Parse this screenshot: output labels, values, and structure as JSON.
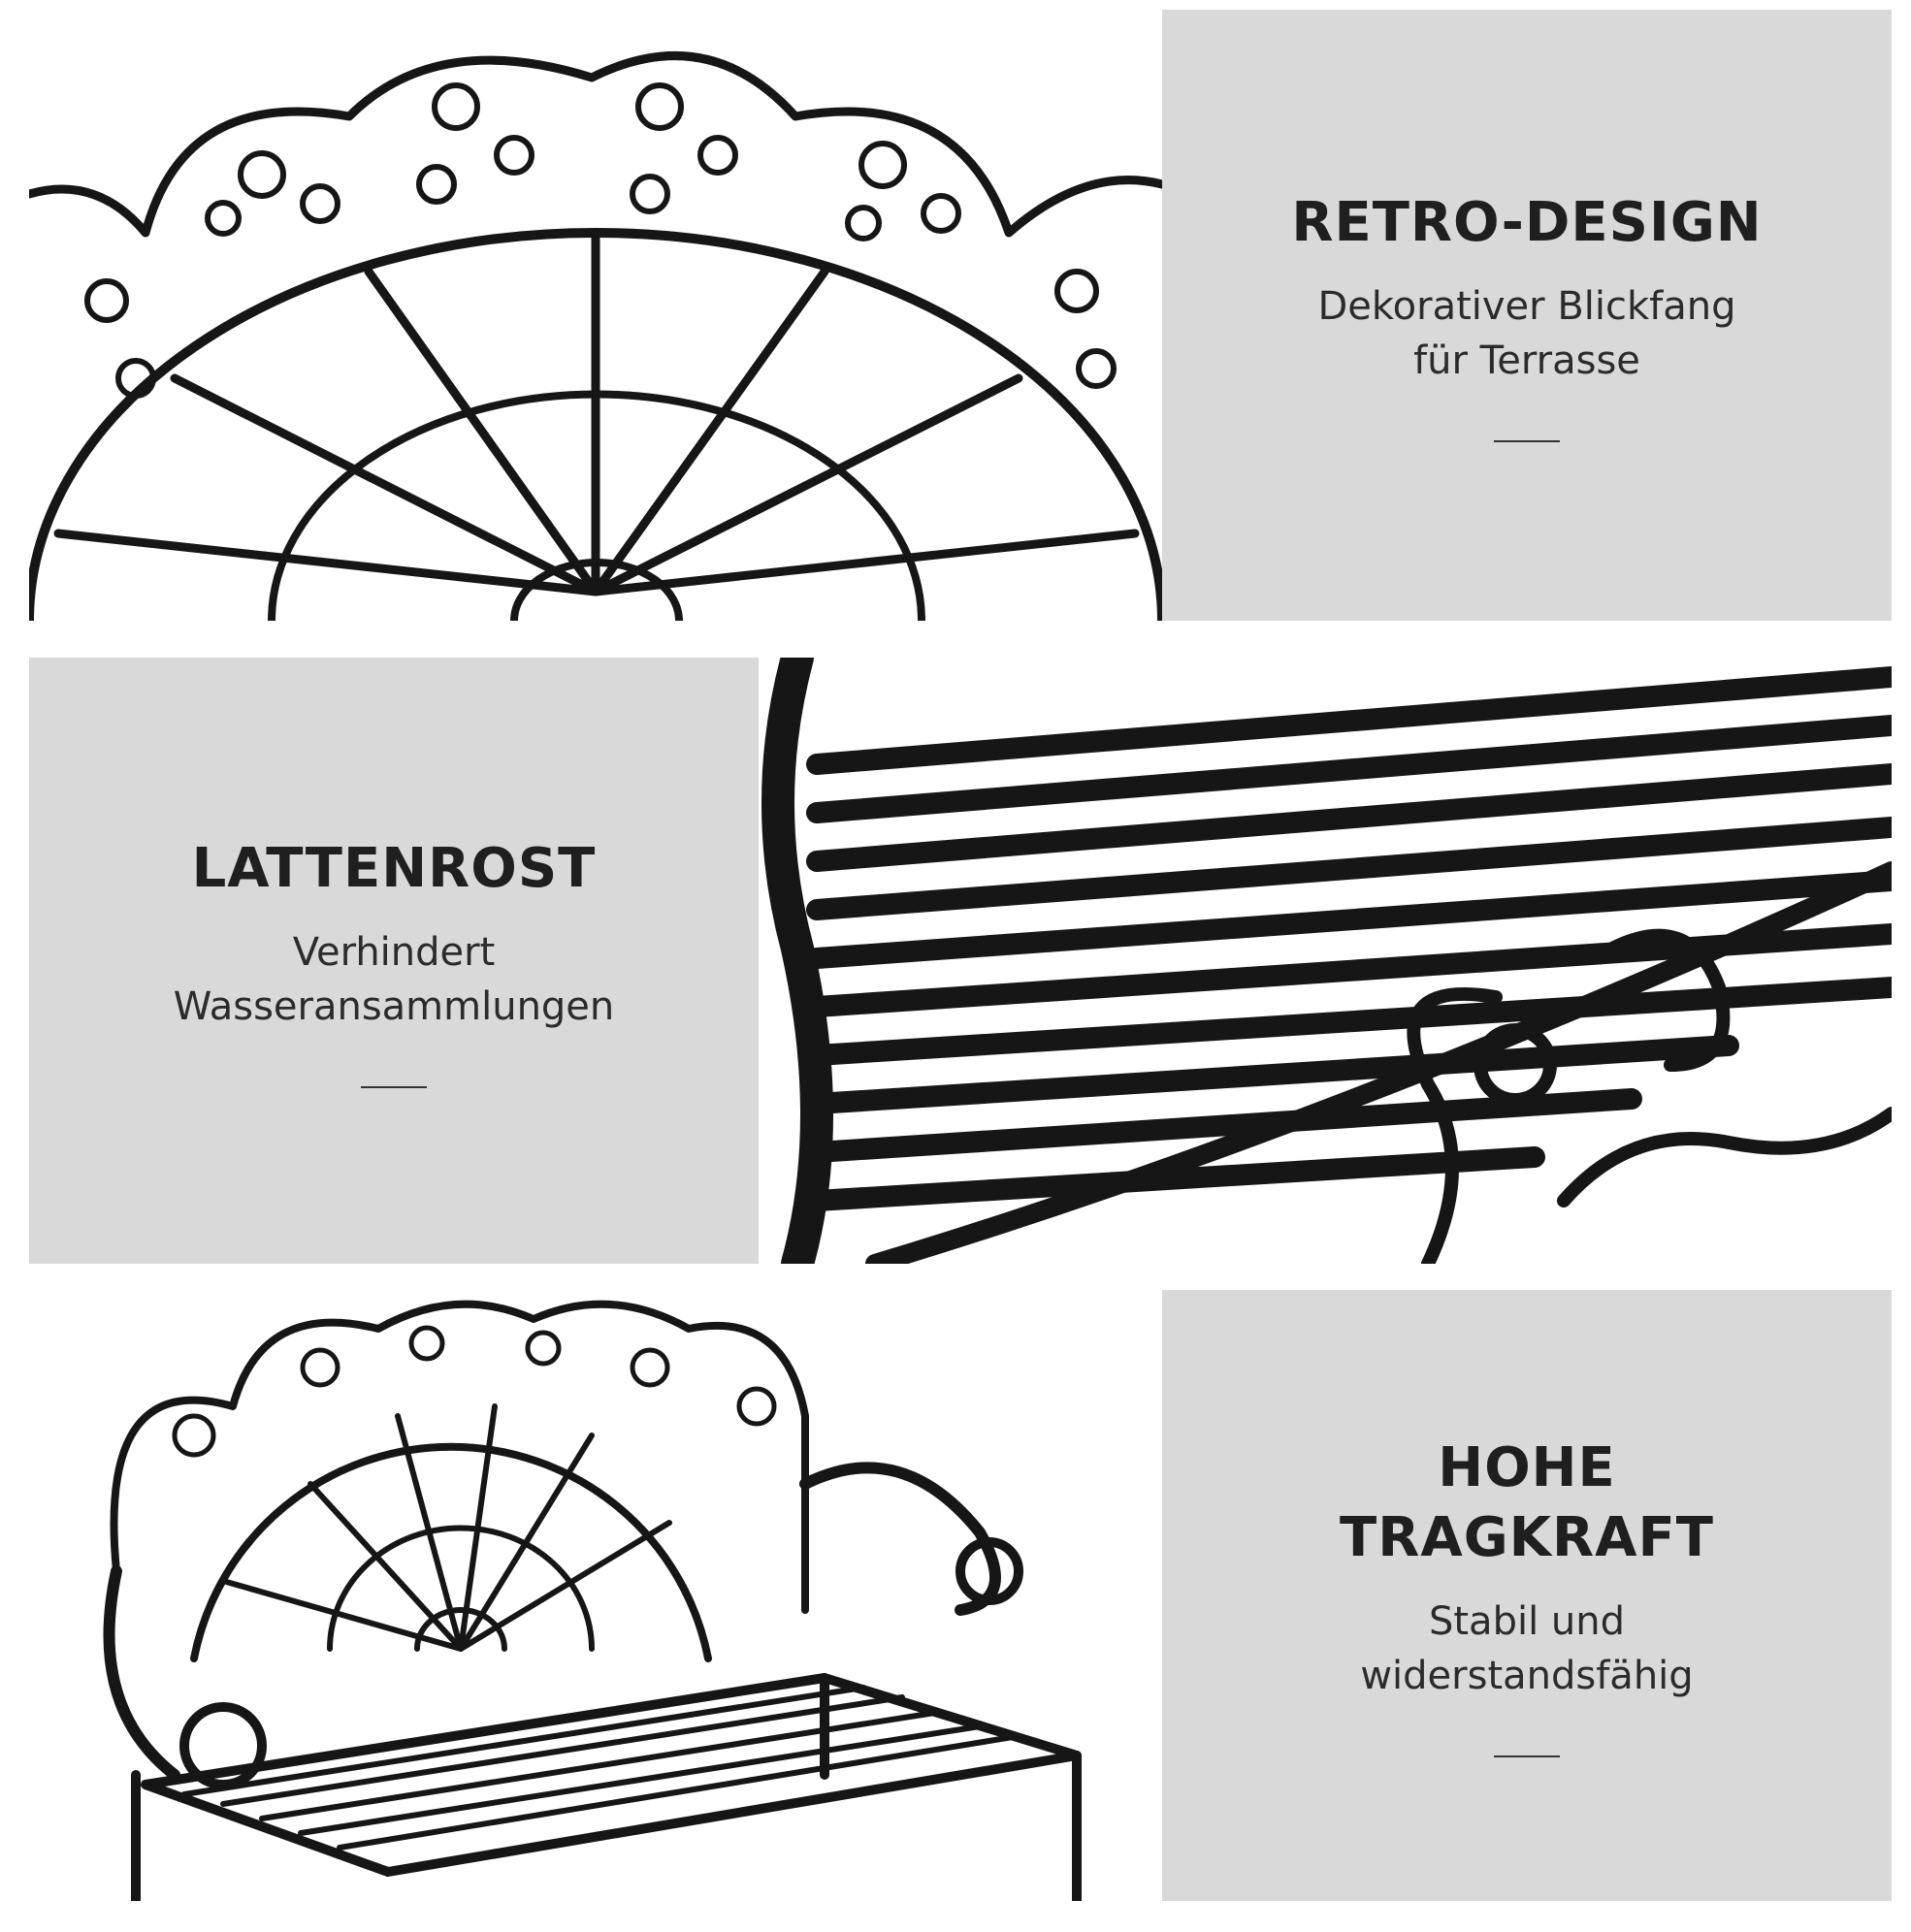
{
  "features": [
    {
      "title": "RETRO-DESIGN",
      "description": [
        "Dekorativer Blickfang",
        "für Terrasse"
      ]
    },
    {
      "title": "LATTENROST",
      "description": [
        "Verhindert",
        "Wasseransammlungen"
      ]
    },
    {
      "title_lines": [
        "HOHE",
        "TRAGKRAFT"
      ],
      "description": [
        "Stabil und",
        "widerstandsfähig"
      ]
    }
  ],
  "images": [
    {
      "icon": "bench-backrest-closeup"
    },
    {
      "icon": "bench-seat-slats-closeup"
    },
    {
      "icon": "bench-full-view"
    }
  ],
  "colors": {
    "panel_bg": "#d9d9d9",
    "text": "#1f1f1f",
    "metal": "#161616"
  }
}
